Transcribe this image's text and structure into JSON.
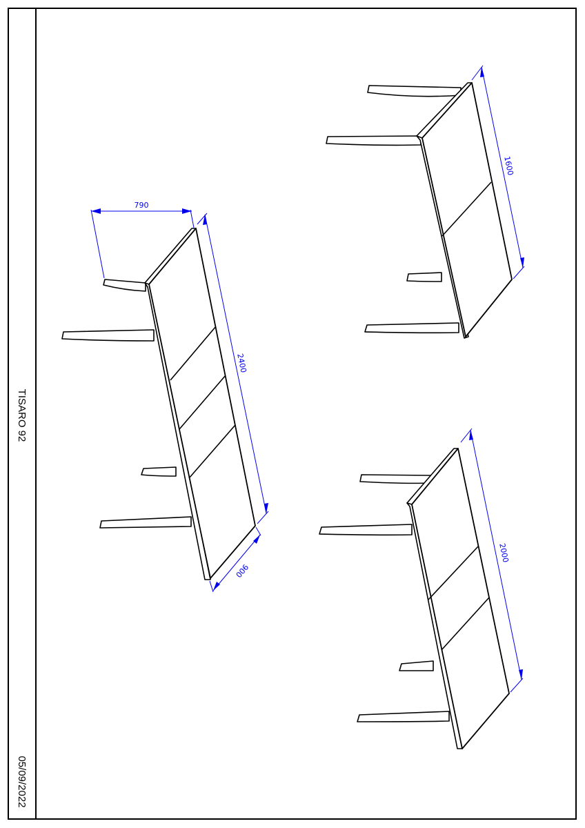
{
  "title_block": {
    "model_name": "TISARO 92",
    "date": "05/09/2022"
  },
  "drawings": [
    {
      "name": "table-2400",
      "dimensions": {
        "length": "2400",
        "height": "790",
        "width": "900"
      }
    },
    {
      "name": "table-1600",
      "dimensions": {
        "length": "1600"
      }
    },
    {
      "name": "table-2000",
      "dimensions": {
        "length": "2000"
      }
    }
  ],
  "colors": {
    "line": "#000000",
    "dimension": "#0000ee",
    "background": "#ffffff"
  }
}
